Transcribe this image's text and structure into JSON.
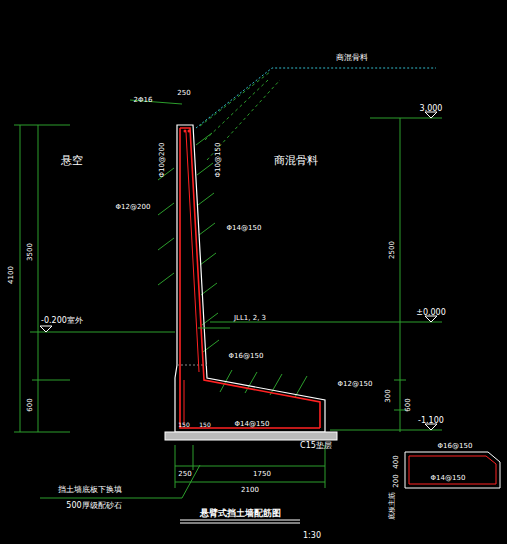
{
  "diagram": {
    "title": "悬臂式挡土墙配筋图",
    "labels": [
      "商混骨料",
      "2Φ16",
      "250",
      "Φ10@200",
      "Φ10@150",
      "悬空",
      "商混骨料",
      "Φ12@200",
      "Φ14@150",
      "3.000",
      "±0.000",
      "-0.200室外",
      "4100",
      "3500",
      "600",
      "2500",
      "300",
      "600",
      "JLL1, 2, 3",
      "Φ16@150",
      "Φ12@150",
      "150",
      "150",
      "Φ14@150",
      "C15垫层",
      "-1.100",
      "250",
      "1750",
      "2100",
      "挡土墙底板下换填",
      "500厚级配砂石",
      "Φ16@150",
      "400",
      "200",
      "Φ14@150",
      "底板主筋",
      "1:30"
    ]
  }
}
